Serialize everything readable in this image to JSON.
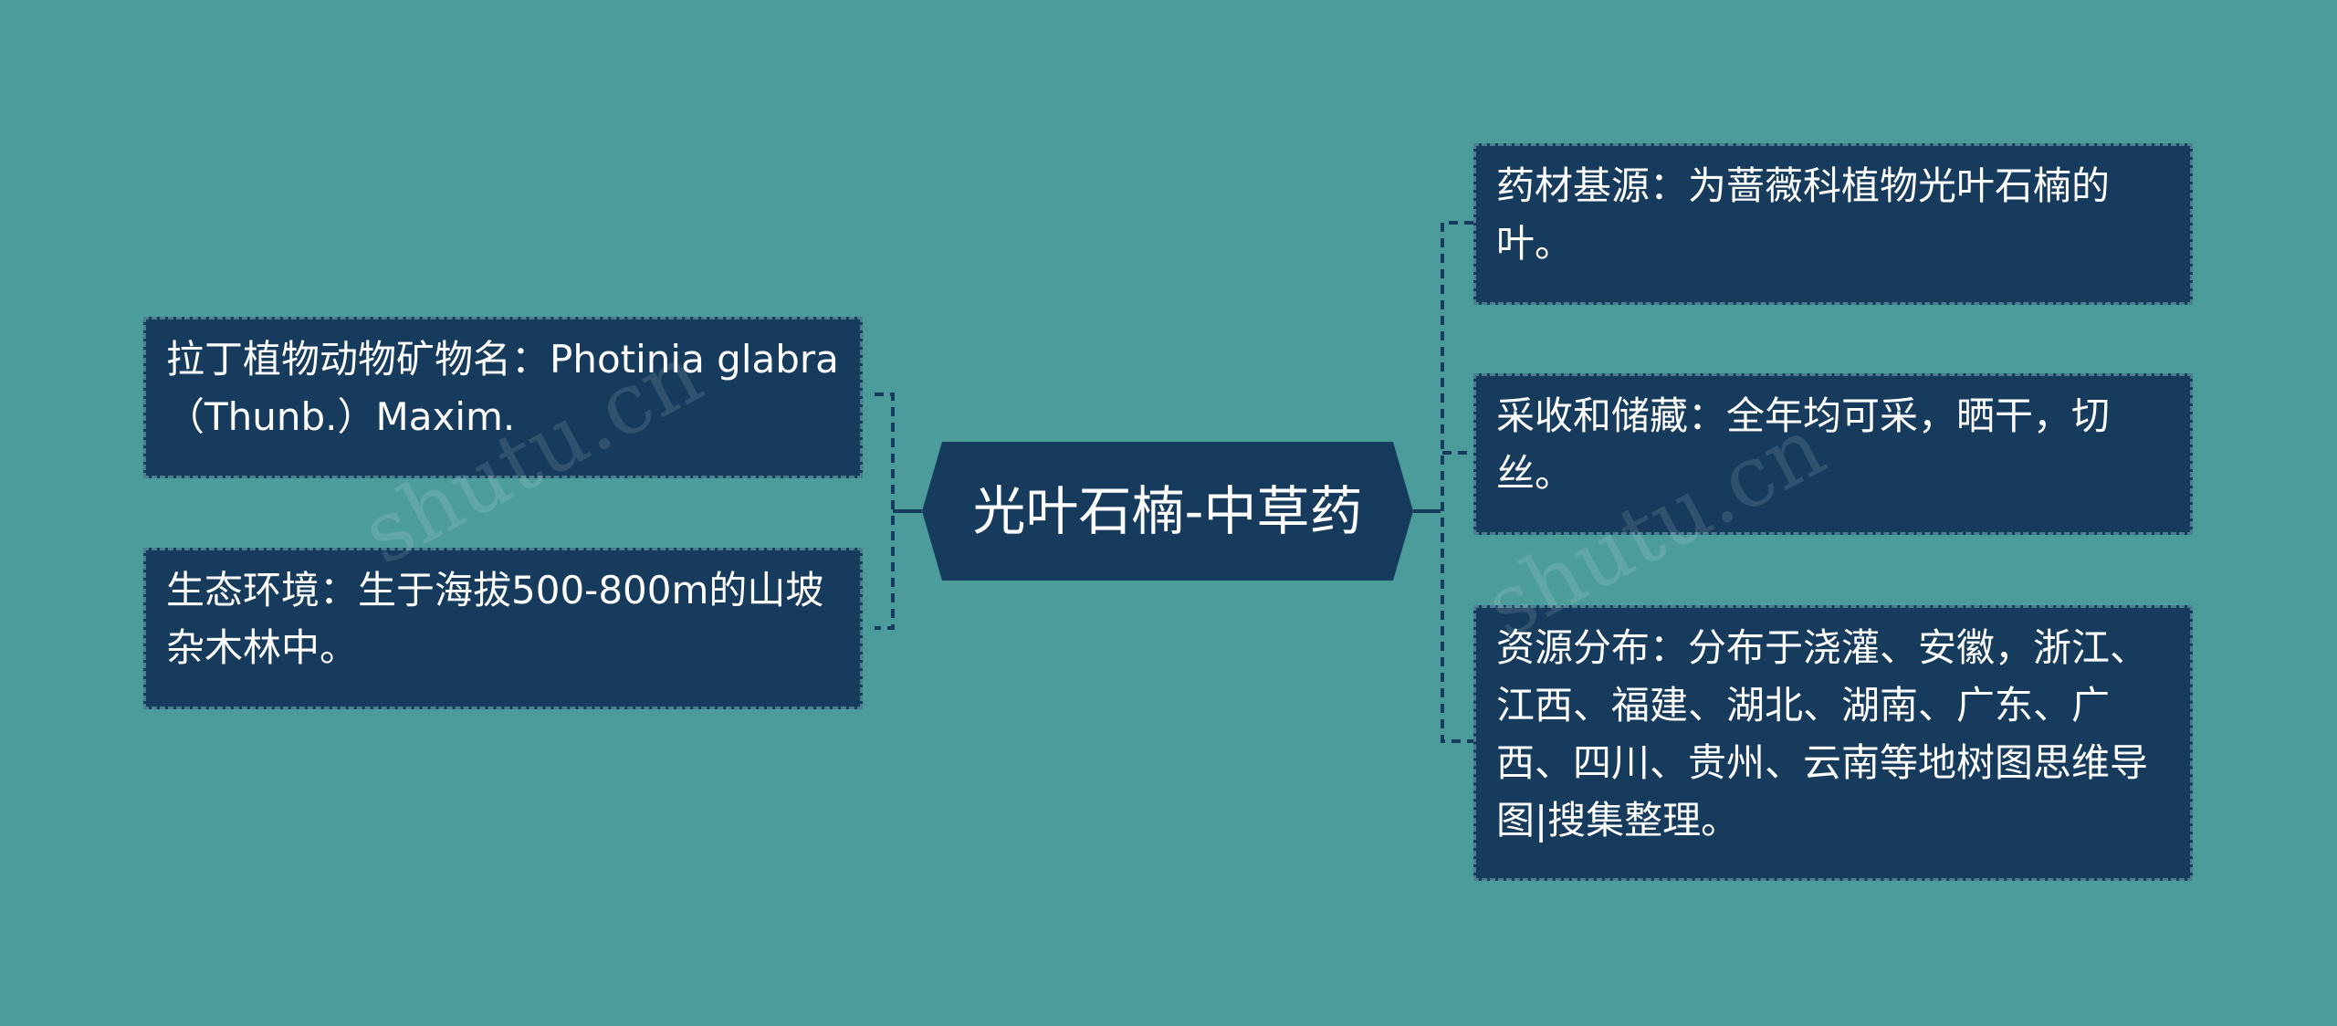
{
  "colors": {
    "background": "#4d9c9c",
    "node_fill": "#163b5c",
    "node_border": "#4a7f8f",
    "connector": "#163b5c",
    "text": "#ffffff"
  },
  "center": {
    "label": "光叶石楠-中草药"
  },
  "left_nodes": [
    {
      "text": "拉丁植物动物矿物名：Photinia glabra （Thunb.）Maxim."
    },
    {
      "text": "生态环境：生于海拔500-800m的山坡杂木林中。"
    }
  ],
  "right_nodes": [
    {
      "text": "药材基源：为蔷薇科植物光叶石楠的叶。"
    },
    {
      "text": "采收和储藏：全年均可采，晒干，切丝。"
    },
    {
      "text": "资源分布：分布于浇灌、安徽，浙江、江西、福建、湖北、湖南、广东、广西、四川、贵州、云南等地树图思维导图|搜集整理。"
    }
  ]
}
